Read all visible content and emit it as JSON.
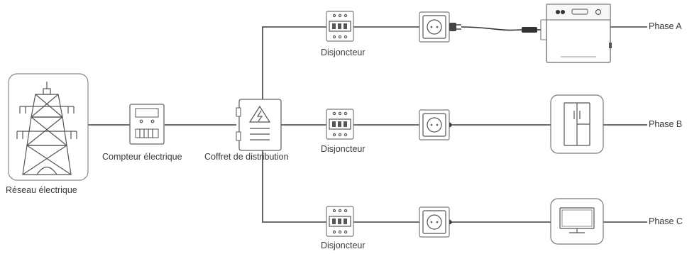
{
  "diagram": {
    "grid": {
      "label": "Réseau électrique",
      "icon": "power-tower-icon"
    },
    "meter": {
      "label": "Compteur électrique",
      "icon": "electric-meter-icon"
    },
    "distribution_box": {
      "label": "Coffret de distribution",
      "icon": "distribution-box-icon"
    },
    "branches": [
      {
        "breaker_label": "Disjoncteur",
        "outlet_icon": "wall-socket-icon",
        "device_icon": "battery-storage-icon",
        "phase_label": "Phase A"
      },
      {
        "breaker_label": "Disjoncteur",
        "outlet_icon": "wall-socket-icon",
        "device_icon": "refrigerator-icon",
        "phase_label": "Phase B"
      },
      {
        "breaker_label": "Disjoncteur",
        "outlet_icon": "wall-socket-icon",
        "device_icon": "television-icon",
        "phase_label": "Phase C"
      }
    ]
  }
}
